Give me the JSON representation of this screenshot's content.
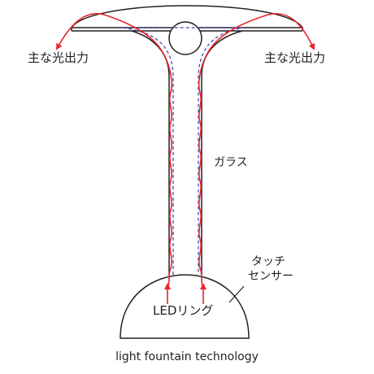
{
  "labels": {
    "main_output_left": "主な光出力",
    "main_output_right": "主な光出力",
    "glass": "ガラス",
    "touch_sensor_line1": "タッチ",
    "touch_sensor_line2": "センサー",
    "led_ring": "LEDリング",
    "caption": "light fountain technology"
  },
  "colors": {
    "outline": "#231f20",
    "light_path": "#e8262a",
    "dashed_path": "#3a3fa8"
  }
}
